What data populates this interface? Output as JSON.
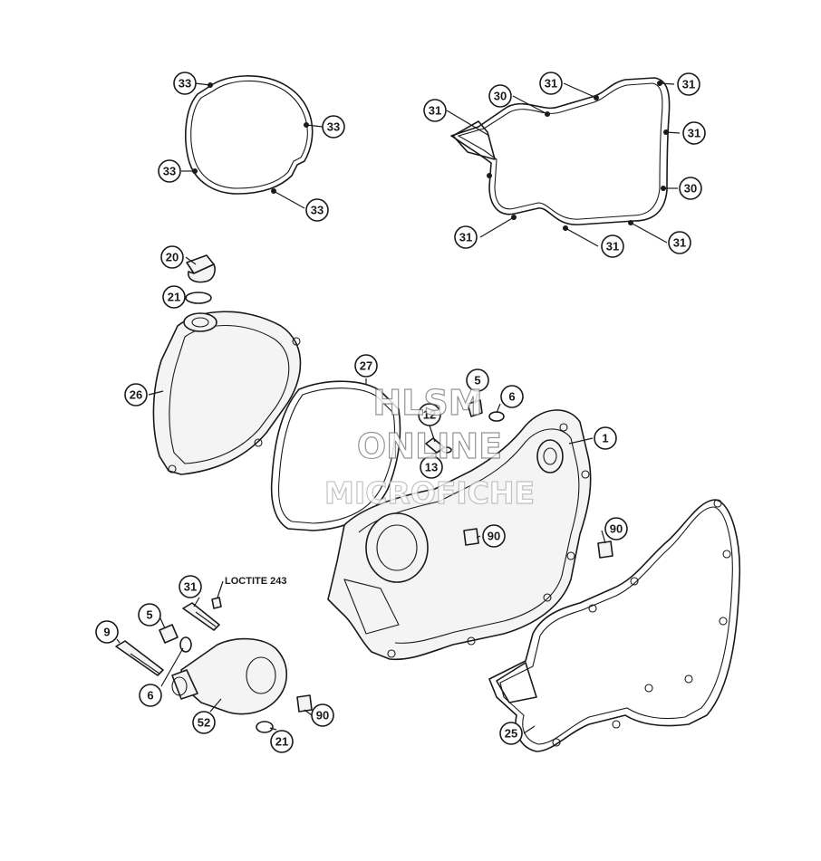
{
  "callouts": {
    "c33a": "33",
    "c33b": "33",
    "c33c": "33",
    "c33d": "33",
    "c31a": "31",
    "c30a": "30",
    "c31b": "31",
    "c31c": "31",
    "c31d": "31",
    "c30b": "30",
    "c31e": "31",
    "c31f": "31",
    "c31g": "31",
    "c20": "20",
    "c21a": "21",
    "c26": "26",
    "c27": "27",
    "c5a": "5",
    "c6a": "6",
    "c12": "12",
    "c13": "13",
    "c1": "1",
    "c90a": "90",
    "c90b": "90",
    "c31h": "31",
    "c5b": "5",
    "c9": "9",
    "c6b": "6",
    "c52": "52",
    "c90c": "90",
    "c21b": "21",
    "c25": "25"
  },
  "note": "LOCTITE 243",
  "watermark": {
    "line1": "HLSM",
    "line2": "ONLINE",
    "line3": "MICROFICHE"
  }
}
